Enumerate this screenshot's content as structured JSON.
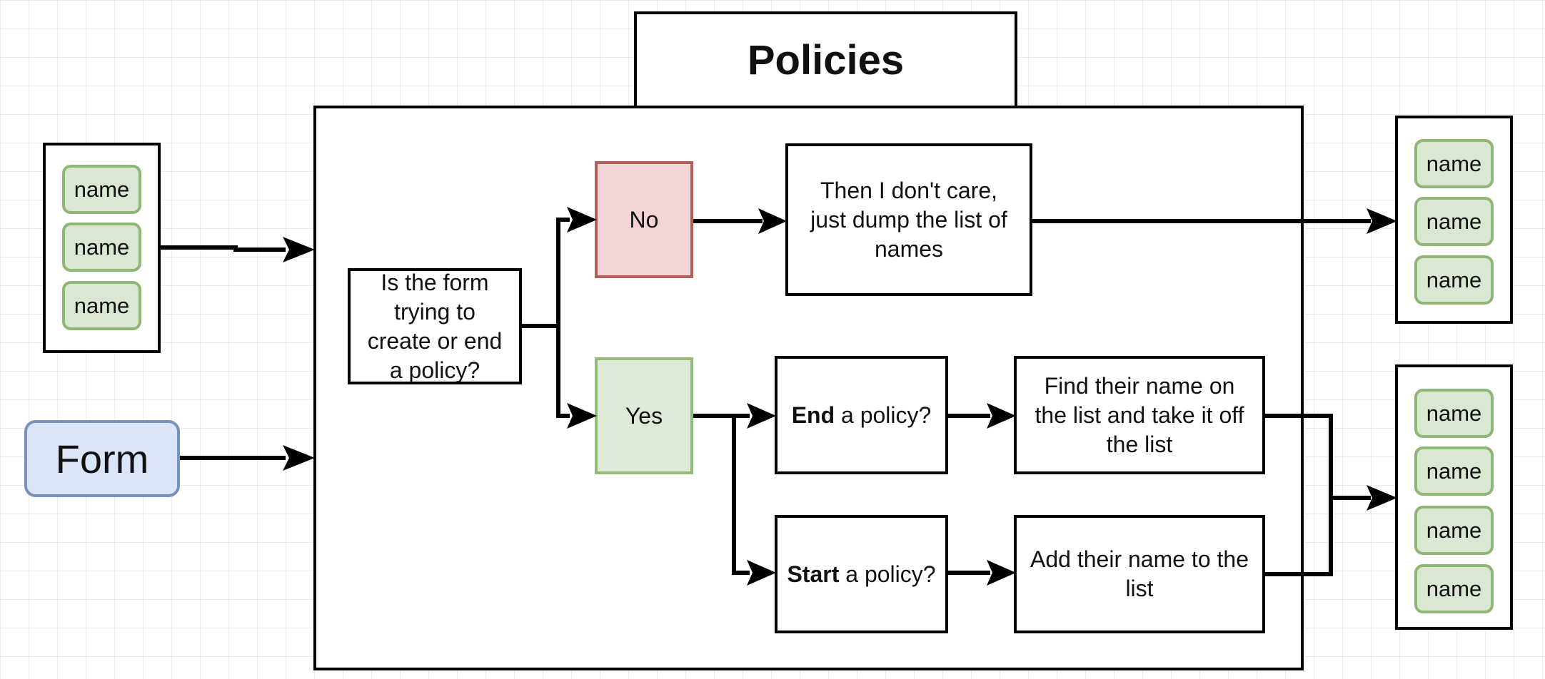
{
  "diagram": {
    "title": "Policies",
    "form_label": "Form",
    "question": "Is the form trying to create or end a policy?",
    "no_label": "No",
    "yes_label": "Yes",
    "no_result": "Then I don't care, just dump the list of names",
    "end_policy": {
      "bold": "End",
      "rest": " a policy?"
    },
    "start_policy": {
      "bold": "Start",
      "rest": " a policy?"
    },
    "end_action": "Find their name on the list and take it off the list",
    "start_action": "Add their name to the list",
    "input_list": [
      "name",
      "name",
      "name"
    ],
    "output_list_top": [
      "name",
      "name",
      "name"
    ],
    "output_list_bottom": [
      "name",
      "name",
      "name",
      "name"
    ]
  }
}
